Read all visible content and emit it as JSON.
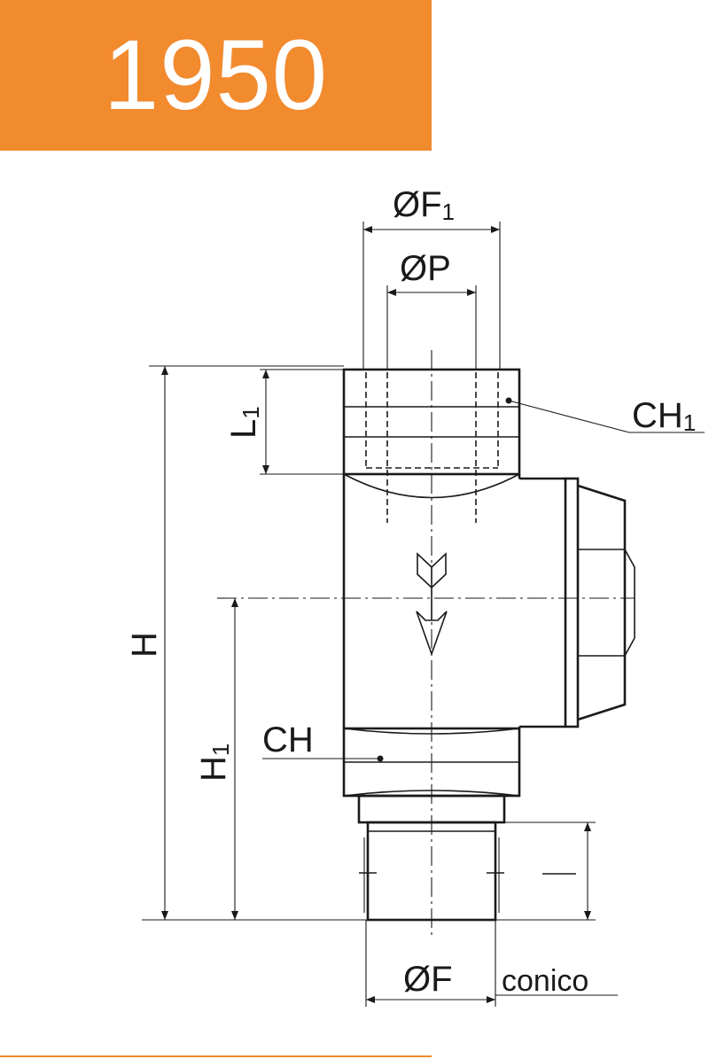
{
  "header": {
    "title": "1950",
    "banner_color": "#f28a2e"
  },
  "dimensions": {
    "f1": {
      "main": "ØF",
      "sub": "1"
    },
    "p": "ØP",
    "l1": {
      "main": "L",
      "sub": "1"
    },
    "ch1": {
      "main": "CH",
      "sub": "1"
    },
    "h": "H",
    "h1": {
      "main": "H",
      "sub": "1"
    },
    "ch": "CH",
    "i": "I",
    "f": "ØF",
    "thread_type": "conico"
  }
}
